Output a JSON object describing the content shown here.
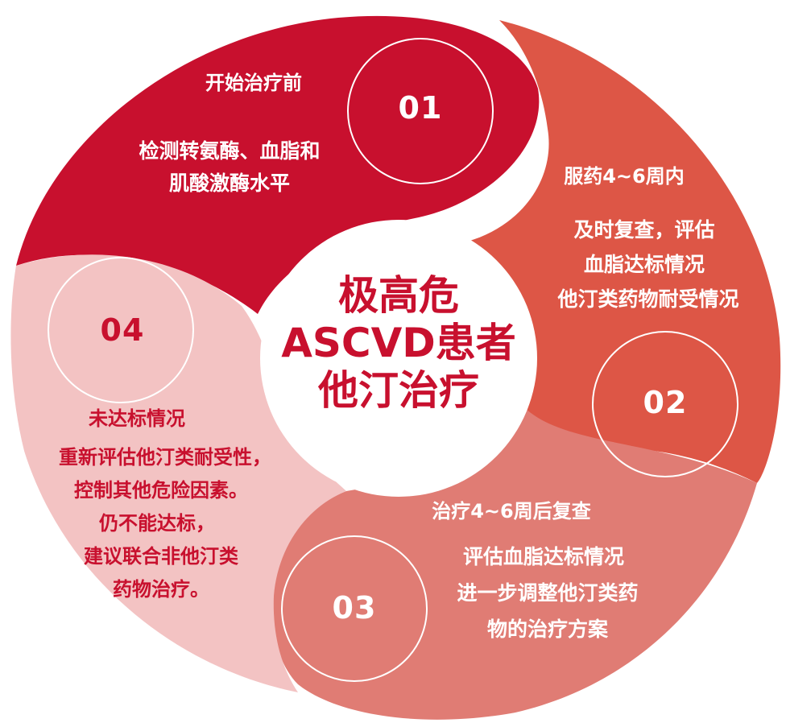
{
  "colors": {
    "segment1": "#c8102e",
    "segment2": "#dd5646",
    "segment3": "#e07c74",
    "segment4": "#f3c3c3",
    "center_text": "#c8102e",
    "ring_stroke": "#ffffff"
  },
  "center": {
    "line1": "极高危",
    "line2": "ASCVD患者",
    "line3": "他汀治疗"
  },
  "steps": [
    {
      "number": "01",
      "title": "开始治疗前",
      "lines": [
        "检测转氨酶、血脂和",
        "肌酸激酶水平"
      ]
    },
    {
      "number": "02",
      "title": "服药4~6周内",
      "lines": [
        "及时复查，评估",
        "血脂达标情况",
        "他汀类药物耐受情况"
      ]
    },
    {
      "number": "03",
      "title": "治疗4~6周后复查",
      "lines": [
        "评估血脂达标情况",
        "进一步调整他汀类药",
        "物的治疗方案"
      ]
    },
    {
      "number": "04",
      "title": "未达标情况",
      "lines": [
        "重新评估他汀类耐受性，",
        "控制其他危险因素。",
        "仍不能达标，",
        "建议联合非他汀类",
        "药物治疗。"
      ]
    }
  ]
}
